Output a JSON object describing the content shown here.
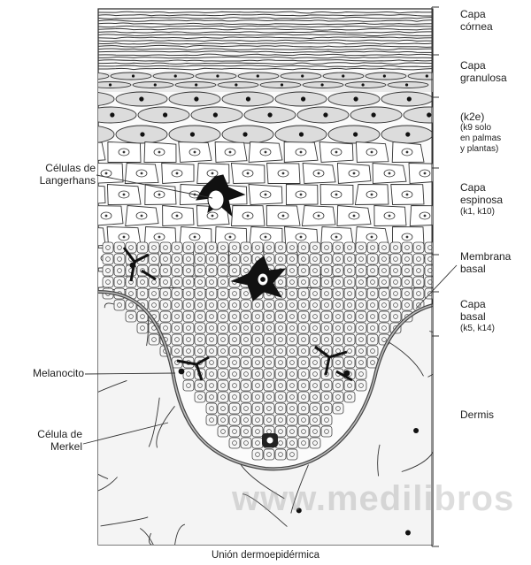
{
  "layers": [
    {
      "id": "cornea",
      "lines": [
        "Capa",
        "córnea"
      ]
    },
    {
      "id": "granulosa",
      "lines": [
        "Capa",
        "granulosa"
      ]
    },
    {
      "id": "k2e",
      "lines": [
        "(k2e)",
        "(k9 solo",
        "en palmas",
        "y plantas)"
      ]
    },
    {
      "id": "espinosa",
      "lines": [
        "Capa",
        "espinosa",
        "(k1, k10)"
      ]
    },
    {
      "id": "membrana",
      "lines": [
        "Membrana",
        "basal"
      ]
    },
    {
      "id": "basal",
      "lines": [
        "Capa",
        "basal",
        "(k5, k14)"
      ]
    },
    {
      "id": "dermis",
      "lines": [
        "Dermis"
      ]
    }
  ],
  "cells": [
    {
      "id": "langerhans",
      "lines": [
        "Células de",
        "Langerhans"
      ]
    },
    {
      "id": "melanocito",
      "lines": [
        "Melanocito"
      ]
    },
    {
      "id": "merkel",
      "lines": [
        "Célula de",
        "Merkel"
      ]
    }
  ],
  "caption": "Unión dermoepidérmica",
  "watermark": "www.medilibros"
}
